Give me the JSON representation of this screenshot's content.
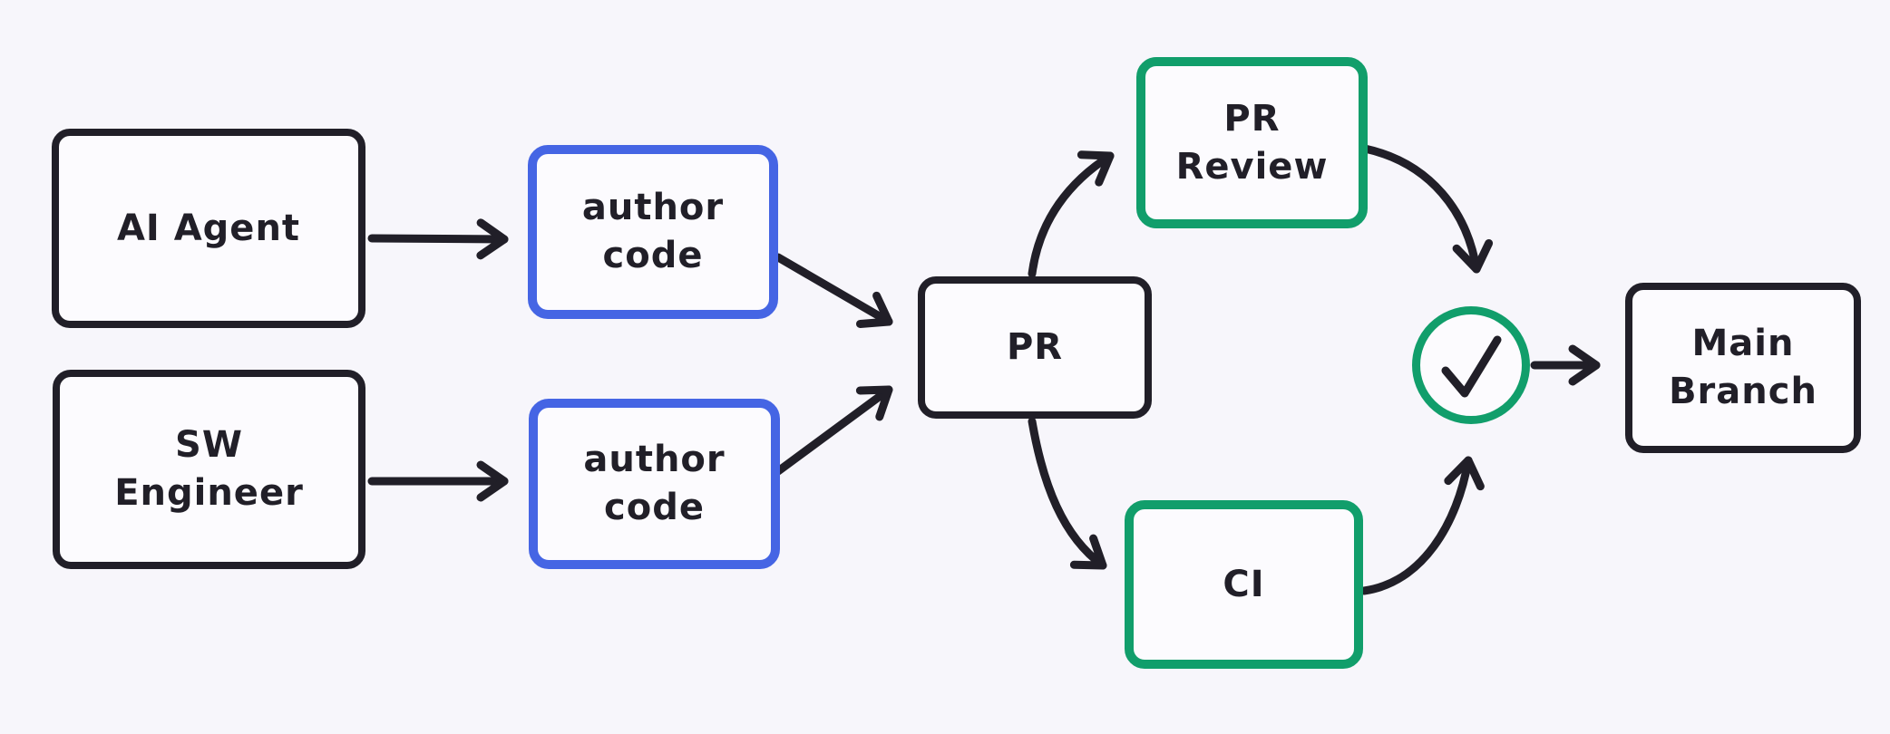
{
  "canvas": {
    "background": "#f7f6fb",
    "colors": {
      "ink_black": "#211f28",
      "accent_blue": "#4565e4",
      "accent_green": "#119e6b",
      "box_fill": "#fcfbfe"
    }
  },
  "nodes": {
    "ai_agent": {
      "label": "AI Agent",
      "border": "black"
    },
    "sw_engineer": {
      "label": "SW\nEngineer",
      "border": "black"
    },
    "author_code_top": {
      "label": "author\ncode",
      "border": "blue"
    },
    "author_code_bottom": {
      "label": "author\ncode",
      "border": "blue"
    },
    "pr": {
      "label": "PR",
      "border": "black"
    },
    "pr_review": {
      "label": "PR\nReview",
      "border": "green"
    },
    "ci": {
      "label": "CI",
      "border": "green"
    },
    "check": {
      "icon": "checkmark",
      "border": "green"
    },
    "main_branch": {
      "label": "Main\nBranch",
      "border": "black"
    }
  },
  "edges": [
    {
      "from": "ai_agent",
      "to": "author_code_top"
    },
    {
      "from": "sw_engineer",
      "to": "author_code_bottom"
    },
    {
      "from": "author_code_top",
      "to": "pr"
    },
    {
      "from": "author_code_bottom",
      "to": "pr"
    },
    {
      "from": "pr",
      "to": "pr_review"
    },
    {
      "from": "pr",
      "to": "ci"
    },
    {
      "from": "pr_review",
      "to": "check"
    },
    {
      "from": "ci",
      "to": "check"
    },
    {
      "from": "check",
      "to": "main_branch"
    }
  ]
}
